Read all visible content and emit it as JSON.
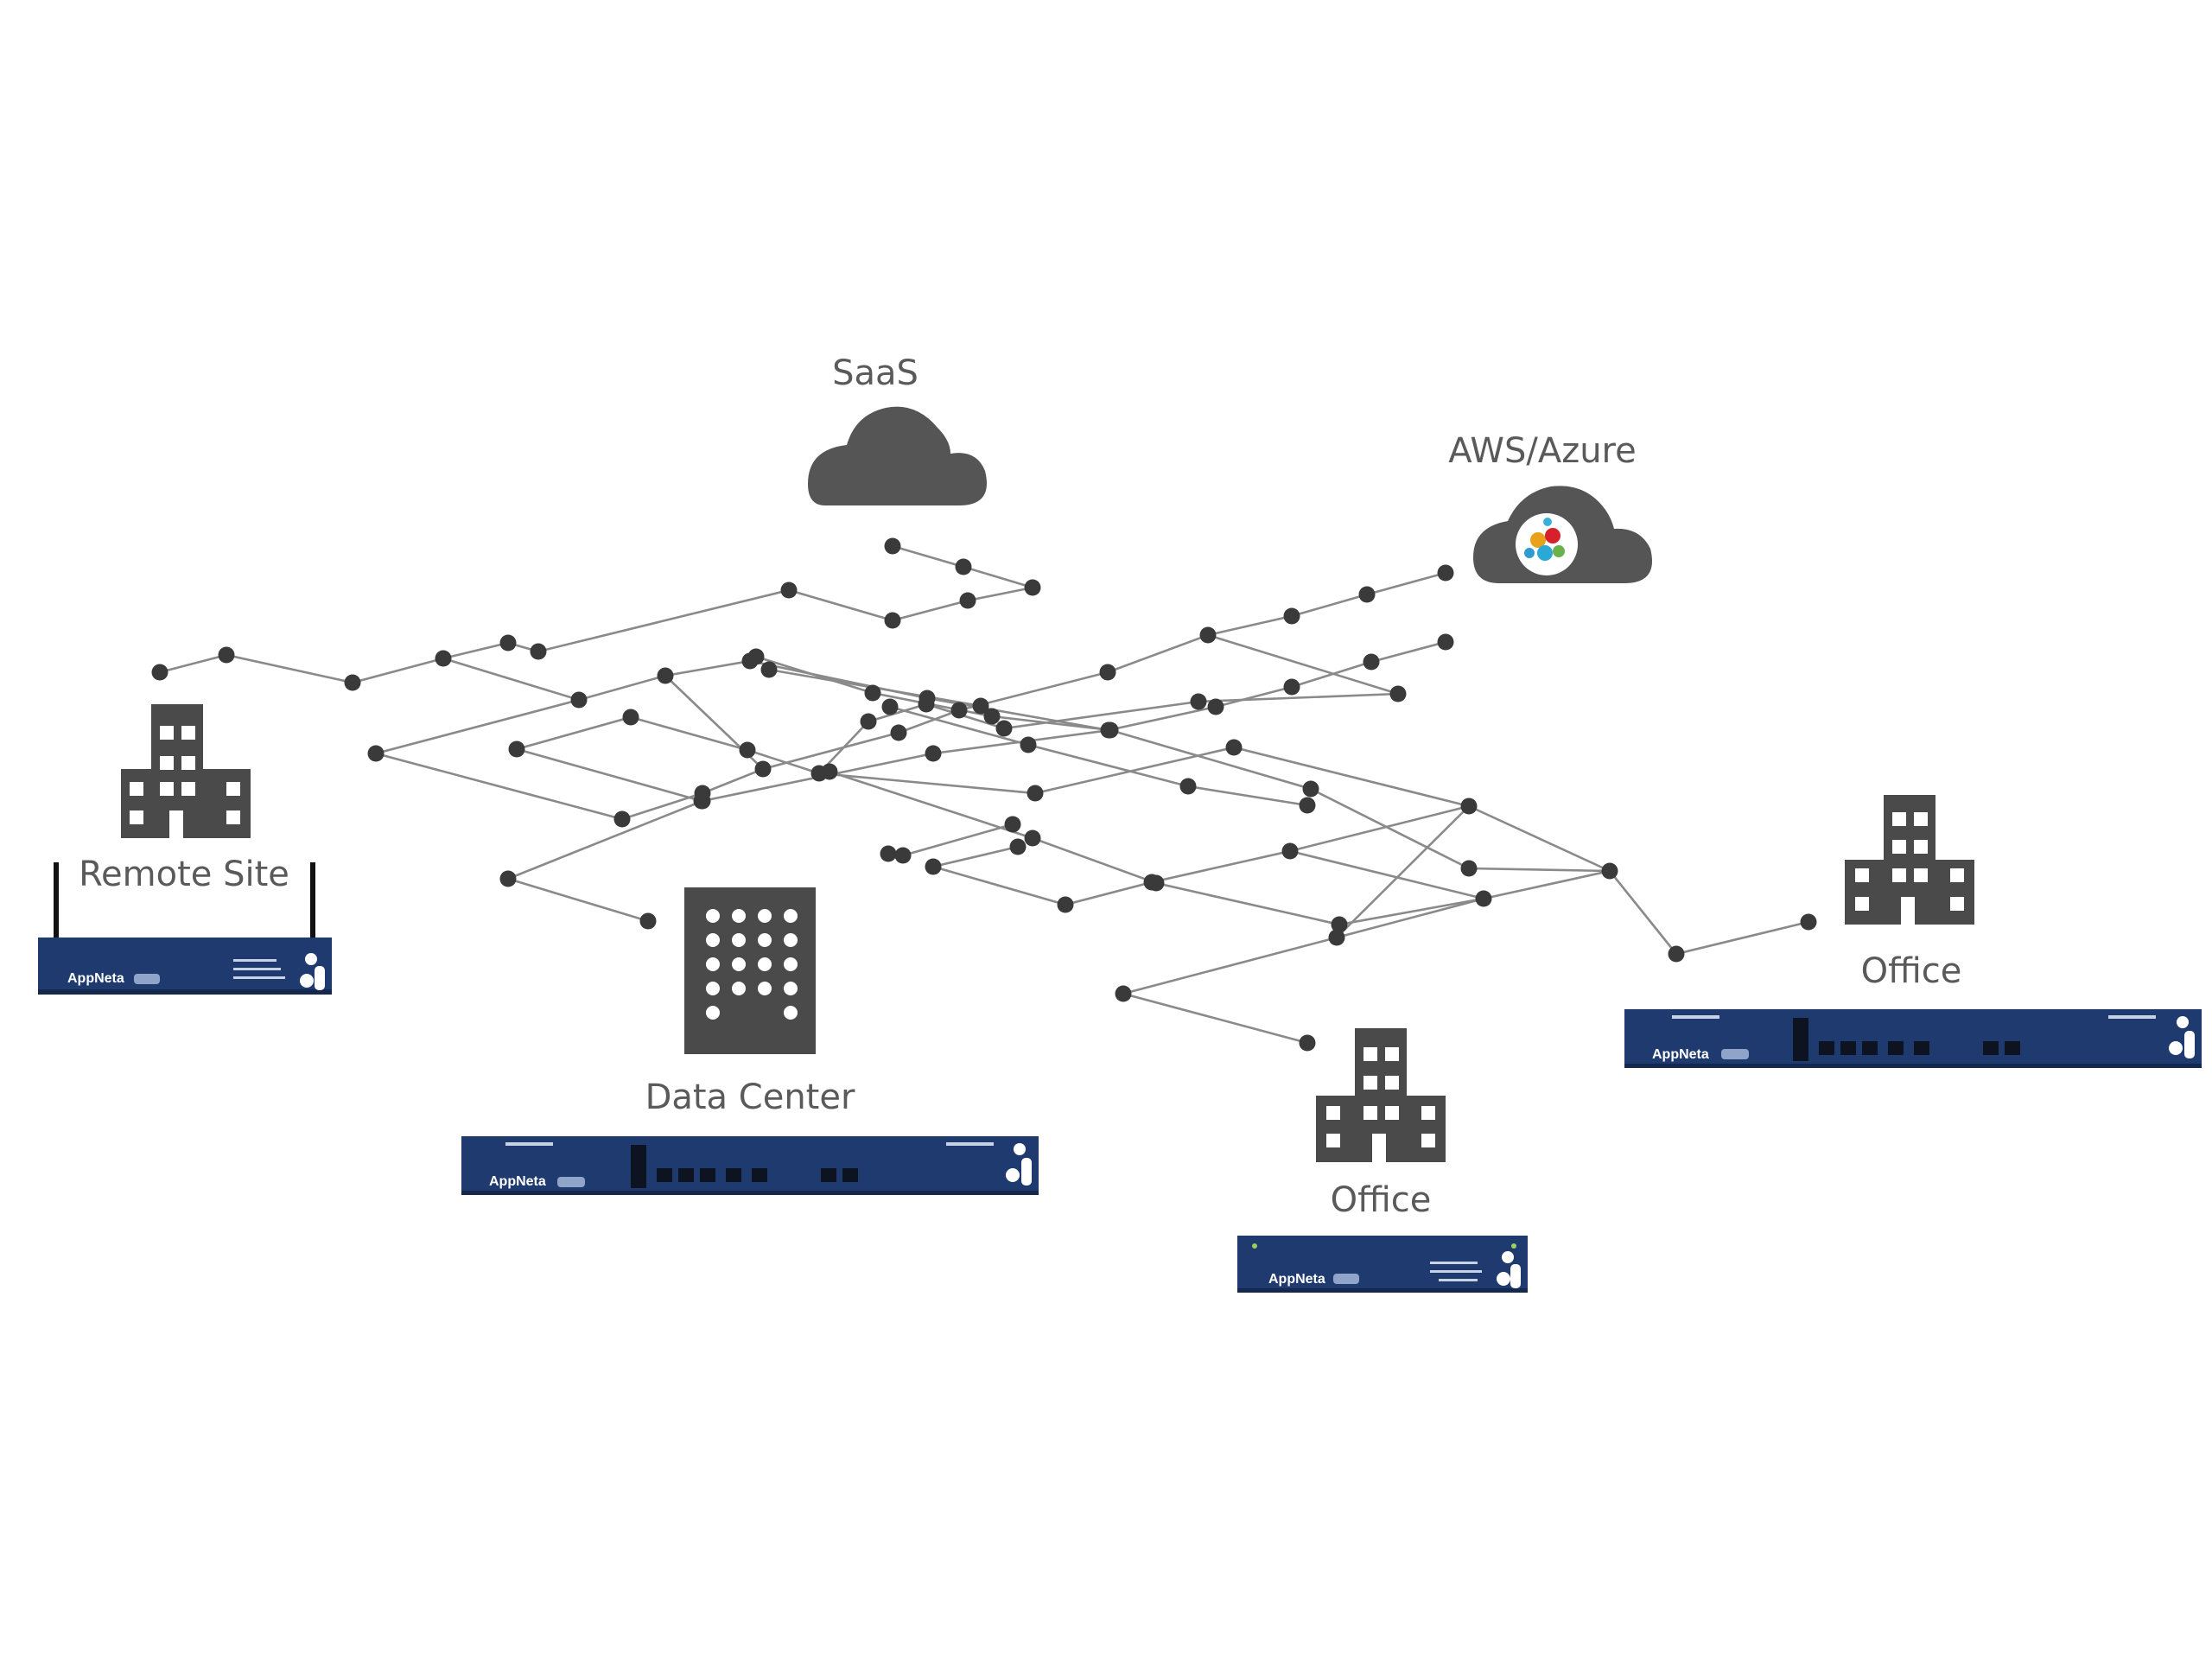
{
  "labels": {
    "saas": "SaaS",
    "cloud": "AWS/Azure",
    "remote": "Remote Site",
    "datacenter": "Data Center",
    "office_right": "Office",
    "office_bottom": "Office"
  },
  "device_brand": "AppNeta",
  "colors": {
    "device": "#1f3a6e",
    "icon": "#4a4a4a",
    "node": "#3a3a3a",
    "link": "#8a8a8a",
    "label": "#5a5a5a"
  },
  "icons": [
    "building-icon",
    "data-center-icon",
    "cloud-icon",
    "appliance-icon"
  ]
}
